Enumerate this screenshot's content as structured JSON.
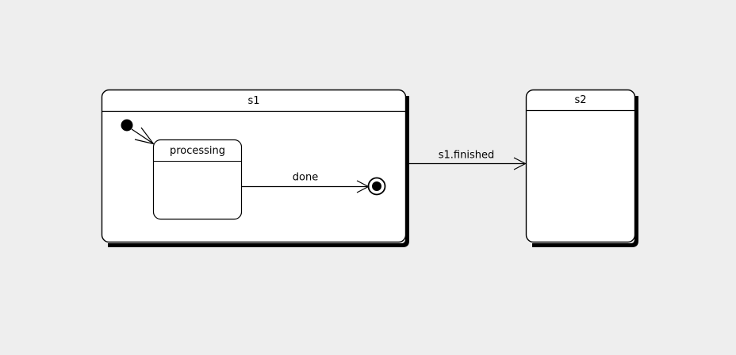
{
  "diagram": {
    "type": "uml-state-machine",
    "background_color": "#eeeeee",
    "stroke_color": "#000000",
    "fill_color": "#ffffff",
    "states": [
      {
        "id": "s1",
        "name": "s1",
        "kind": "composite-state",
        "has_shadow": true
      },
      {
        "id": "processing",
        "name": "processing",
        "kind": "simple-state",
        "parent": "s1",
        "has_shadow": false
      },
      {
        "id": "s2",
        "name": "s2",
        "kind": "simple-state",
        "has_shadow": true
      }
    ],
    "pseudostates": [
      {
        "id": "initial",
        "kind": "initial-state",
        "parent": "s1"
      },
      {
        "id": "final",
        "kind": "final-state",
        "parent": "s1"
      }
    ],
    "transitions": [
      {
        "id": "t-initial-processing",
        "from": "initial",
        "to": "processing",
        "label": ""
      },
      {
        "id": "t-processing-final",
        "from": "processing",
        "to": "final",
        "label": "done"
      },
      {
        "id": "t-s1-s2",
        "from": "s1",
        "to": "s2",
        "label": "s1.finished"
      }
    ]
  }
}
